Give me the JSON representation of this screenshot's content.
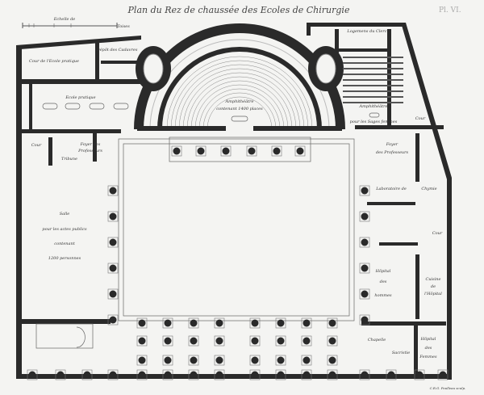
{
  "header": {
    "title": "Plan du Rez de chaussée des Ecoles de Chirurgie",
    "plate": "Pl. VI.",
    "scale_label": "Echelle de",
    "scale_unit": "Toises"
  },
  "rooms": {
    "cour_ecole": "Cour de l'Ecole pratique",
    "depot": "Dépôt des Cadavres",
    "ecole_pratique": "Ecole pratique",
    "logements": "Logemens du Clerc",
    "amphi_main_1": "Amphithéâtre",
    "amphi_main_2": "contenant 1400 places",
    "amphi_sf_1": "Amphithéâtre",
    "amphi_sf_2": "pour les Sages femmes",
    "cour_right": "Cour",
    "cour_left": "Cour",
    "foyer_left_1": "Foyer des",
    "foyer_left_2": "Professeurs",
    "tribune": "Tribune",
    "foyer_right_1": "Foyer",
    "foyer_right_2": "des Professeurs",
    "salle_1": "Salle",
    "salle_2": "pour les actes publics",
    "salle_3": "contenant",
    "salle_4": "1200 personnes",
    "labo_1": "Laboratoire de",
    "labo_2": "Chymie",
    "cour_mid_right": "Cour",
    "hopital_h_1": "Hôpital",
    "hopital_h_2": "des",
    "hopital_h_3": "hommes",
    "cuisine_1": "Cuisine",
    "cuisine_2": "de",
    "cuisine_3": "l'Hôpital",
    "chapelle": "Chapelle",
    "sacristie": "Sacristie",
    "hopital_f_1": "Hôpital",
    "hopital_f_2": "des",
    "hopital_f_3": "Femmes"
  },
  "signature": "C.R.G. Poulleau sculp.",
  "colors": {
    "paper": "#f4f4f2",
    "ink": "#2a2a2a"
  }
}
